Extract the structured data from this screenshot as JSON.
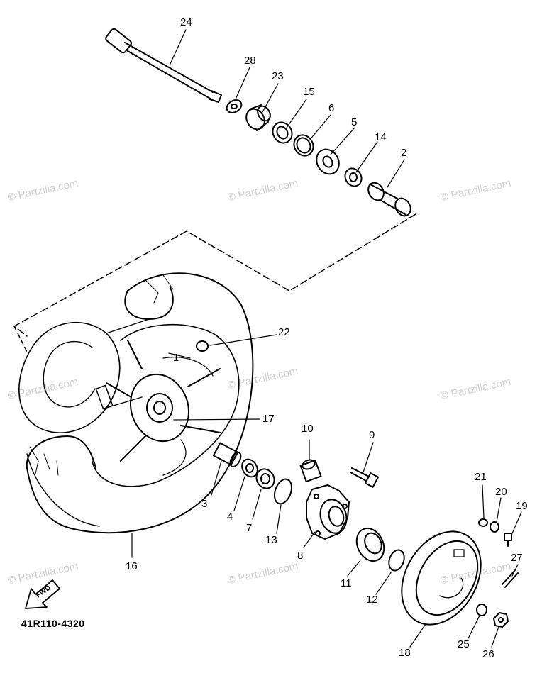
{
  "diagram": {
    "code": "41R110-4320",
    "arrow_label": "FWD",
    "watermark": "© Partzilla.com",
    "callouts": [
      {
        "id": "c24",
        "label": "24"
      },
      {
        "id": "c28",
        "label": "28"
      },
      {
        "id": "c23",
        "label": "23"
      },
      {
        "id": "c15",
        "label": "15"
      },
      {
        "id": "c6",
        "label": "6"
      },
      {
        "id": "c5",
        "label": "5"
      },
      {
        "id": "c14",
        "label": "14"
      },
      {
        "id": "c2",
        "label": "2"
      },
      {
        "id": "c22",
        "label": "22"
      },
      {
        "id": "c1",
        "label": "1"
      },
      {
        "id": "c17",
        "label": "17"
      },
      {
        "id": "c10",
        "label": "10"
      },
      {
        "id": "c9",
        "label": "9"
      },
      {
        "id": "c3",
        "label": "3"
      },
      {
        "id": "c4",
        "label": "4"
      },
      {
        "id": "c7",
        "label": "7"
      },
      {
        "id": "c13",
        "label": "13"
      },
      {
        "id": "c8",
        "label": "8"
      },
      {
        "id": "c11",
        "label": "11"
      },
      {
        "id": "c12",
        "label": "12"
      },
      {
        "id": "c16",
        "label": "16"
      },
      {
        "id": "c21",
        "label": "21"
      },
      {
        "id": "c20",
        "label": "20"
      },
      {
        "id": "c19",
        "label": "19"
      },
      {
        "id": "c27",
        "label": "27"
      },
      {
        "id": "c18",
        "label": "18"
      },
      {
        "id": "c25",
        "label": "25"
      },
      {
        "id": "c26",
        "label": "26"
      }
    ]
  }
}
